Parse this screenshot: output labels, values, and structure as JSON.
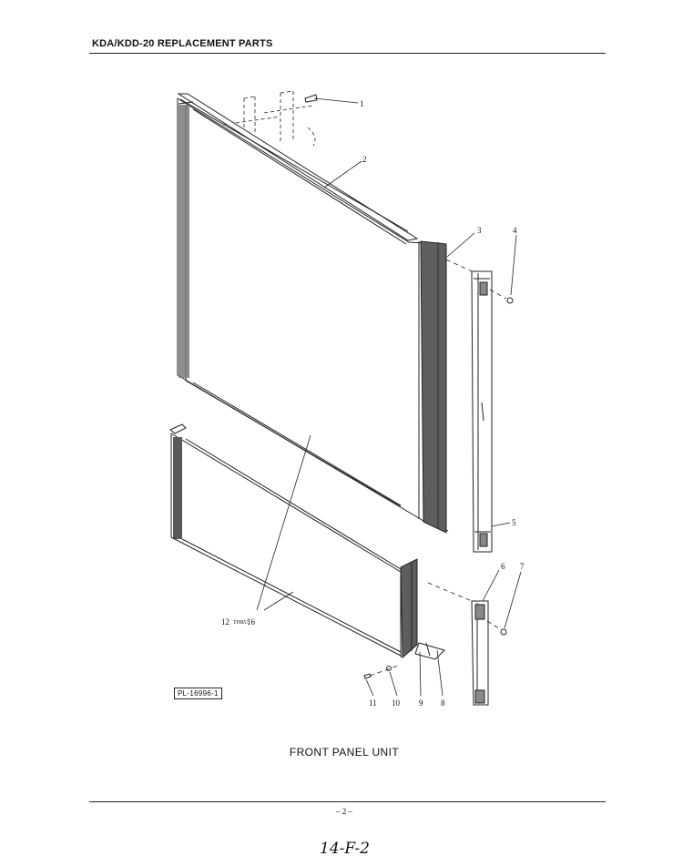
{
  "header": {
    "title": "KDA/KDD-20 REPLACEMENT PARTS"
  },
  "diagram": {
    "callouts": {
      "c1": "1",
      "c2": "2",
      "c3": "3",
      "c4": "4",
      "c5": "5",
      "c6": "6",
      "c7": "7",
      "c8": "8",
      "c9": "9",
      "c10": "10",
      "c11": "11",
      "c12_a": "12",
      "c12_b": "THRU",
      "c12_c": "16"
    },
    "plate_number": "PL-16996-1"
  },
  "caption": "FRONT PANEL UNIT",
  "footer": {
    "page_number": "– 2 –",
    "handwritten_note": "14-F-2"
  }
}
